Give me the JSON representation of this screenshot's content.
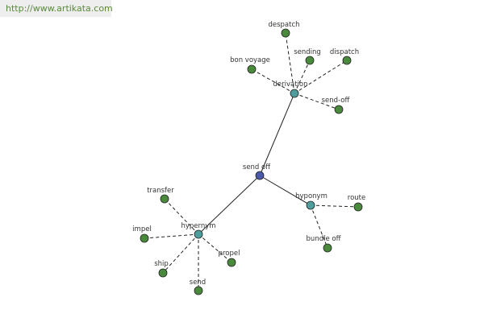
{
  "header": {
    "url": "http://www.artikata.com"
  },
  "colors": {
    "center": "#4a5aa8",
    "group": "#4f9e9e",
    "leaf": "#4a8a3c",
    "node_stroke": "#222222",
    "edge": "#222222"
  },
  "graph": {
    "center": {
      "id": "sendoff",
      "label": "send off"
    },
    "groups": [
      {
        "id": "derivation",
        "label": "derivation"
      },
      {
        "id": "hyponym",
        "label": "hyponym"
      },
      {
        "id": "hypernym",
        "label": "hypernym"
      }
    ],
    "leaves": [
      {
        "id": "despatch",
        "label": "despatch",
        "group": "derivation"
      },
      {
        "id": "sending",
        "label": "sending",
        "group": "derivation"
      },
      {
        "id": "dispatch",
        "label": "dispatch",
        "group": "derivation"
      },
      {
        "id": "bonvoyage",
        "label": "bon voyage",
        "group": "derivation"
      },
      {
        "id": "sendoff2",
        "label": "send-off",
        "group": "derivation"
      },
      {
        "id": "route",
        "label": "route",
        "group": "hyponym"
      },
      {
        "id": "bundleoff",
        "label": "bundle off",
        "group": "hyponym"
      },
      {
        "id": "transfer",
        "label": "transfer",
        "group": "hypernym"
      },
      {
        "id": "impel",
        "label": "impel",
        "group": "hypernym"
      },
      {
        "id": "ship",
        "label": "ship",
        "group": "hypernym"
      },
      {
        "id": "send",
        "label": "send",
        "group": "hypernym"
      },
      {
        "id": "propel",
        "label": "propel",
        "group": "hypernym"
      }
    ]
  }
}
